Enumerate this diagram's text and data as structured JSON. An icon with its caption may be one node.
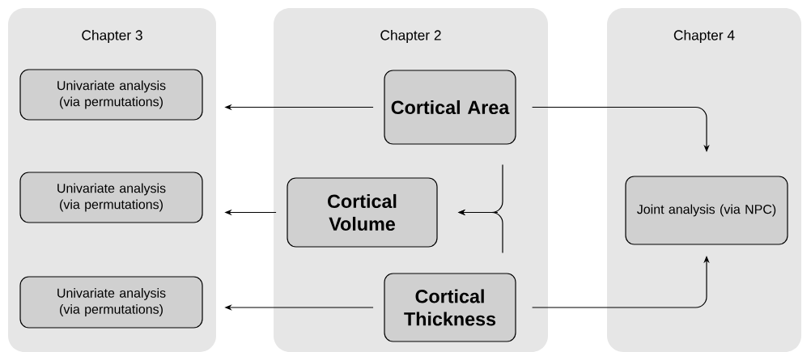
{
  "diagram": {
    "nodes": [
      {
        "text": [
          "Chapter 3"
        ]
      },
      {
        "text": [
          "Univariate analysis (via permutations)"
        ],
        "in": 0
      },
      {
        "text": [
          "Univariate analysis (via permutations)"
        ],
        "in": 0
      },
      {
        "text": [
          "Univariate analysis (via permutations)"
        ],
        "in": 0
      },
      {
        "text": [
          "Chapter 2"
        ]
      },
      {
        "text": [
          "Cortical Area"
        ],
        "in": 4
      },
      {
        "text": [
          "Cortical Volume"
        ],
        "in": 4
      },
      {
        "text": [
          "Cortical Thickness"
        ],
        "in": 4
      },
      {
        "text": [
          "Chapter 4"
        ]
      },
      {
        "text": [
          "Joint analysis (via NPC)"
        ],
        "in": 8
      }
    ],
    "edges": [
      {
        "from": 5,
        "to": 1,
        "arrow": "to"
      },
      {
        "from": 6,
        "to": 2,
        "arrow": "to"
      },
      {
        "from": 7,
        "to": 3,
        "arrow": "to"
      },
      {
        "from": 5,
        "to": 6,
        "arrow": "to"
      },
      {
        "from": 7,
        "to": 6,
        "arrow": "to"
      },
      {
        "from": 5,
        "to": 9,
        "arrow": "to"
      },
      {
        "from": 7,
        "to": 9,
        "arrow": "to"
      }
    ]
  }
}
